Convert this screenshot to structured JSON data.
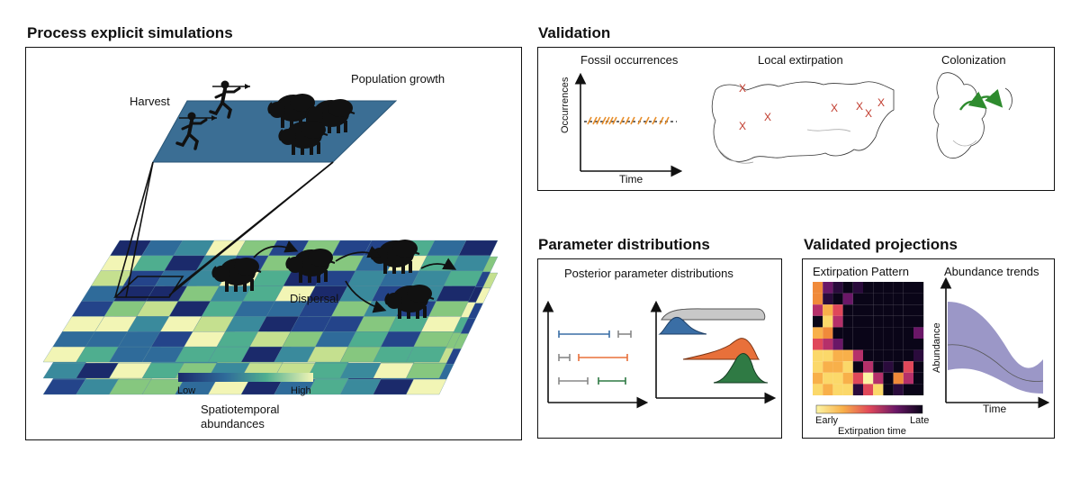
{
  "sections": {
    "process": {
      "title": "Process explicit simulations",
      "harvest": "Harvest",
      "population_growth": "Population growth",
      "dispersal": "Dispersal",
      "colorbar_low": "Low",
      "colorbar_high": "High",
      "abundance_line1": "Spatiotemporal",
      "abundance_line2": "abundances"
    },
    "validation": {
      "title": "Validation",
      "fossil": "Fossil occurrences",
      "fossil_ylabel": "Occurrences",
      "fossil_xlabel": "Time",
      "extirpation": "Local extirpation",
      "colonization": "Colonization",
      "extirpation_marker": "X"
    },
    "parameters": {
      "title": "Parameter distributions",
      "subtitle": "Posterior parameter distributions"
    },
    "projections": {
      "title": "Validated projections",
      "pattern_title": "Extirpation Pattern",
      "trend_title": "Abundance trends",
      "trend_ylabel": "Abundance",
      "trend_xlabel": "Time",
      "colorbar_early": "Early",
      "colorbar_late": "Late",
      "colorbar_label": "Extirpation time"
    }
  },
  "colors": {
    "grid_top": "#3b6e94",
    "param_blue": "#3a6ea5",
    "param_orange": "#e8703a",
    "param_green": "#2f7a44",
    "ridge_grey": "#c8c8c8",
    "extirpation_x": "#c0392b",
    "colonization_arrow": "#2e8b2e",
    "trend_fill": "#9b97c7",
    "fossil_marks": "#e8902e"
  },
  "icons": [
    "hunter-icon",
    "muskox-icon",
    "dispersal-arrow-icon",
    "map-outline-icon"
  ]
}
